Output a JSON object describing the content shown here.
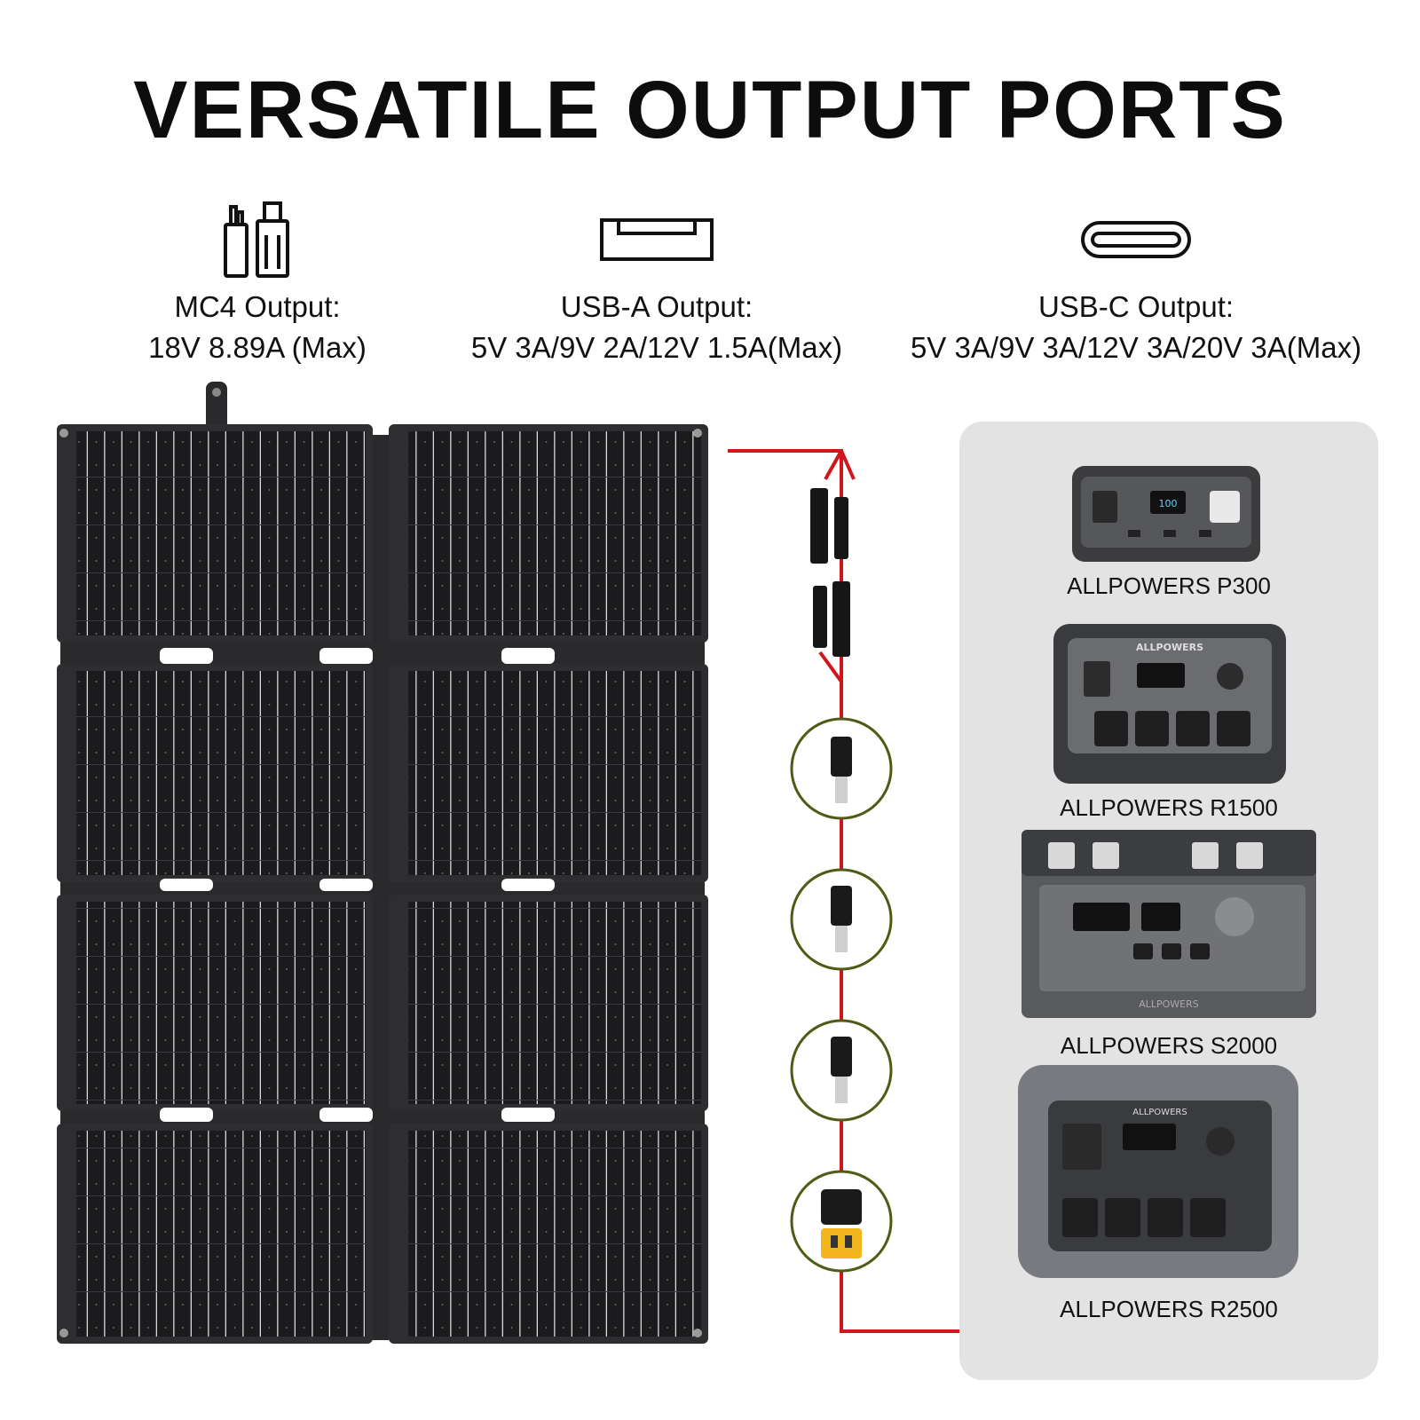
{
  "title": "VERSATILE OUTPUT PORTS",
  "ports": [
    {
      "icon": "mc4-connector-icon",
      "label": "MC4 Output:",
      "spec": "18V 8.89A (Max)"
    },
    {
      "icon": "usb-a-port-icon",
      "label": "USB-A Output:",
      "spec": "5V 3A/9V 2A/12V 1.5A(Max)"
    },
    {
      "icon": "usb-c-port-icon",
      "label": "USB-C Output:",
      "spec": "5V 3A/9V 3A/12V 3A/20V 3A(Max)"
    }
  ],
  "devices": [
    {
      "name": "ALLPOWERS P300"
    },
    {
      "name": "ALLPOWERS R1500"
    },
    {
      "name": "ALLPOWERS S2000"
    },
    {
      "name": "ALLPOWERS R2500"
    }
  ],
  "device_brand": "ALLPOWERS",
  "colors": {
    "panel": "#1b1b1d",
    "panel_frame": "#2e2e31",
    "cable_red": "#d2141c",
    "connector_ring": "#4f5a15",
    "devices_bg": "#e3e3e3"
  }
}
